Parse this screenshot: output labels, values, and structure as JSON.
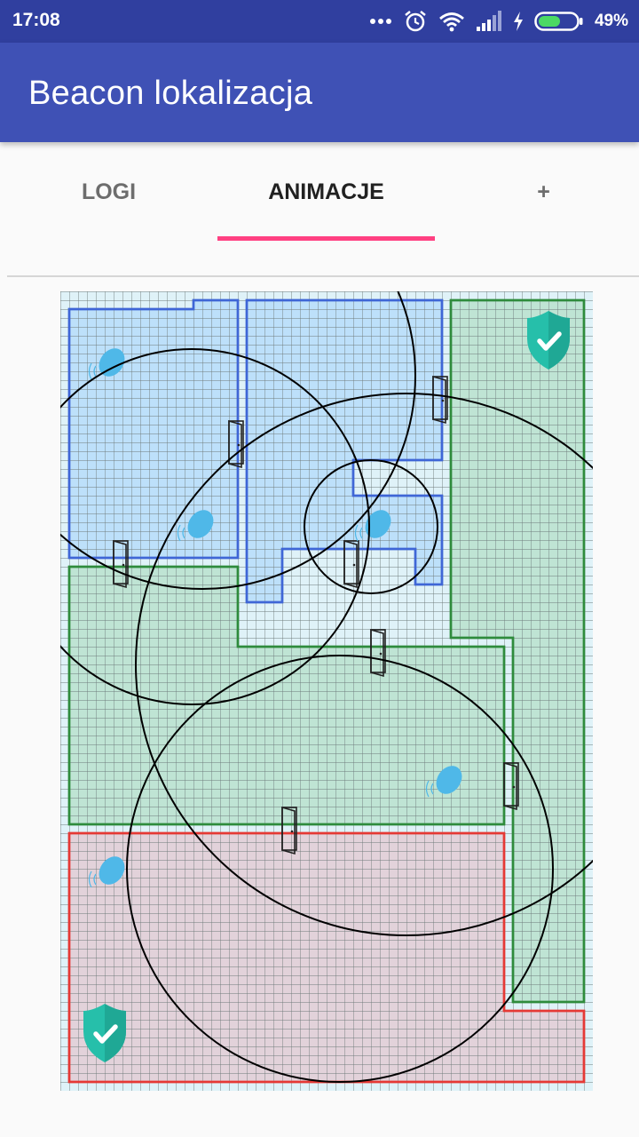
{
  "status_bar": {
    "time": "17:08",
    "battery_percent": "49%",
    "icons": [
      "more-dots-icon",
      "alarm-icon",
      "wifi-icon",
      "signal-icon",
      "charging-icon",
      "battery-icon"
    ]
  },
  "app_bar": {
    "title": "Beacon lokalizacja"
  },
  "tabs": [
    {
      "label": "LOGI",
      "active": false
    },
    {
      "label": "ANIMACJE",
      "active": true
    },
    {
      "label": "+",
      "active": false
    }
  ],
  "colors": {
    "status_bar": "#303f9f",
    "app_bar": "#3f51b5",
    "tab_indicator": "#ff4081",
    "room_blue_stroke": "#3f66d6",
    "room_blue_fill": "#bde0fa",
    "room_green_stroke": "#2e8b3c",
    "room_green_fill": "#bfe4d4",
    "room_red_stroke": "#e53935",
    "room_red_fill": "#e2d2da",
    "beacon": "#4fb8e8",
    "shield": "#26bfaa"
  },
  "map": {
    "icons": [
      "beacon-icon",
      "door-icon",
      "shield-check-icon"
    ]
  }
}
